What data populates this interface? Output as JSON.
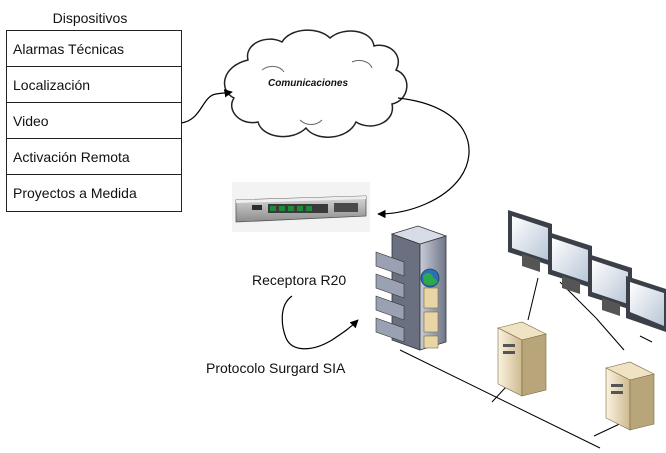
{
  "devices": {
    "title": "Dispositivos",
    "items": [
      "Alarmas Técnicas",
      "Localización",
      "Video",
      "Activación Remota",
      "Proyectos a Medida"
    ]
  },
  "cloud_label": "Comunicaciones",
  "receiver_label": "Receptora R20",
  "protocol_label": "Protocolo Surgard SIA",
  "icons": {
    "cloud": "cloud-icon",
    "rack_unit": "rack-server-icon",
    "server_cabinet": "server-cabinet-icon",
    "monitors": "monitor-icon",
    "workstations": "pc-tower-icon"
  }
}
